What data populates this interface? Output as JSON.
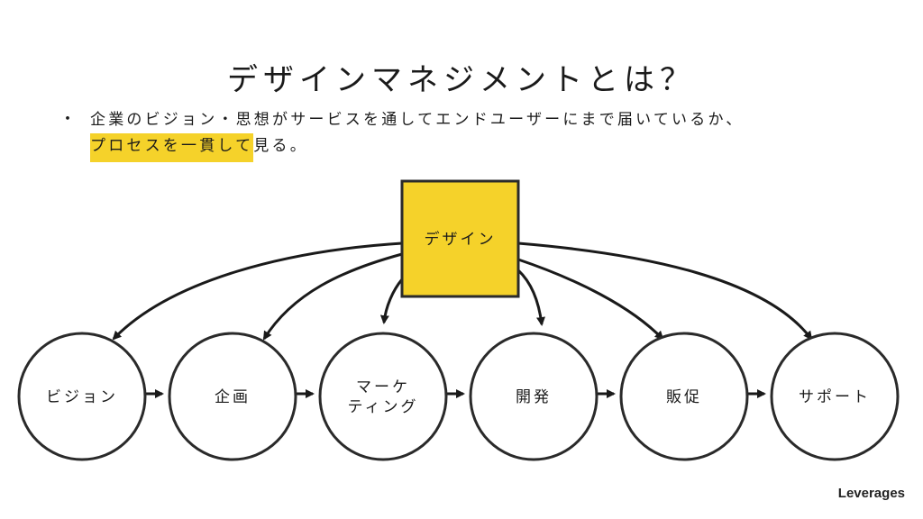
{
  "title": "デザインマネジメントとは？",
  "bullet": {
    "marker": "・",
    "line1": "企業のビジョン・思想がサービスを通してエンドユーザーにまで届いているか、",
    "line2_highlight": "プロセスを一貫して",
    "line2_rest": "見る。"
  },
  "diagram": {
    "center": "デザイン",
    "center_color": "#f5d22a",
    "nodes": [
      {
        "lines": [
          "ビジョン"
        ]
      },
      {
        "lines": [
          "企画"
        ]
      },
      {
        "lines": [
          "マーケ",
          "ティング"
        ]
      },
      {
        "lines": [
          "開発"
        ]
      },
      {
        "lines": [
          "販促"
        ]
      },
      {
        "lines": [
          "サポート"
        ]
      }
    ]
  },
  "brand": "Leverages",
  "colors": {
    "accent": "#f5d22a",
    "stroke": "#2a2a2a"
  }
}
